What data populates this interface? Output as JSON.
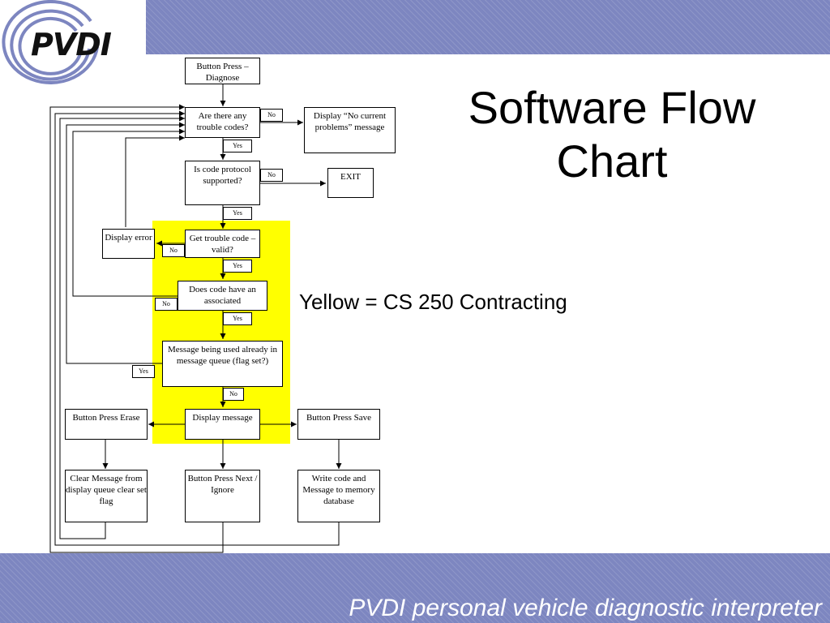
{
  "logo": {
    "text": "PVDI"
  },
  "title": "Software Flow Chart",
  "legend_note": "Yellow = CS 250 Contracting",
  "footer": "PVDI personal vehicle diagnostic interpreter",
  "colors": {
    "band": "#7d86c0",
    "highlight": "#ffff00",
    "footer_text": "#ffffff"
  },
  "flowchart": {
    "nodes": {
      "start": "Button Press – Diagnose",
      "trouble_codes": "Are there any trouble codes?",
      "no_problems": "Display “No current problems” message",
      "protocol": "Is code protocol supported?",
      "exit": "EXIT",
      "get_code": "Get trouble code – valid?",
      "display_error": "Display error",
      "associated": "Does code have an associated",
      "message_queue": "Message being used already in message queue (flag set?)",
      "display_message": "Display message",
      "erase": "Button Press Erase",
      "save": "Button Press Save",
      "clear_message": "Clear Message from display queue clear set flag",
      "next_ignore": "Button Press Next / Ignore",
      "write_code": "Write code and Message to memory database"
    },
    "edge_labels": {
      "trouble_codes_no": "No",
      "trouble_codes_yes": "Yes",
      "protocol_no": "No",
      "protocol_yes": "Yes",
      "get_code_no": "No",
      "get_code_yes": "Yes",
      "associated_no": "No",
      "associated_yes": "Yes",
      "queue_yes": "Yes",
      "queue_no": "No"
    }
  }
}
